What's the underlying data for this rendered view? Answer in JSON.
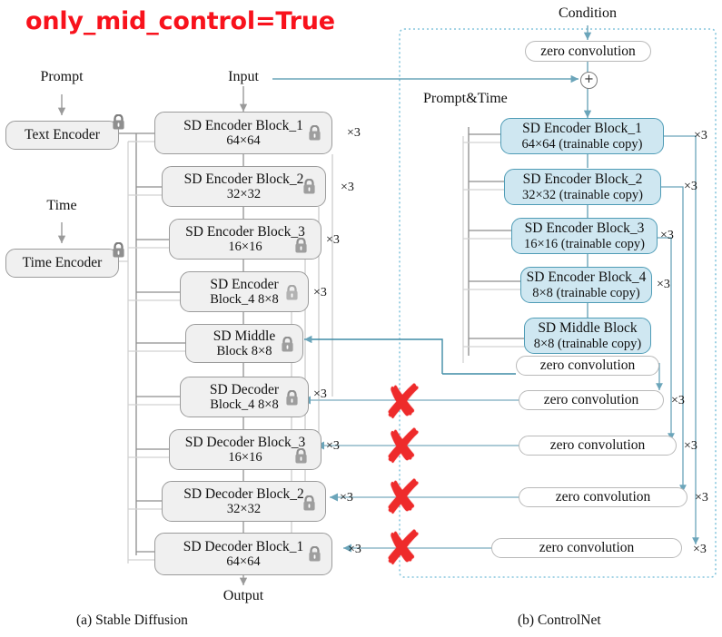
{
  "title": "only_mid_control=True",
  "colors": {
    "title_red": "#f8121c",
    "teal_line": "#6ba5ba",
    "blue_fill": "#cfe7f1",
    "blue_stroke": "#4f9cb6",
    "gray_fill": "#f0f0f0",
    "gray_stroke": "#9b9b9b",
    "xmark_red": "#ee2b2b",
    "dashed_border": "#86c6dd"
  },
  "labels": {
    "prompt": "Prompt",
    "time": "Time",
    "input": "Input",
    "output": "Output",
    "condition": "Condition",
    "prompt_time": "Prompt&Time",
    "caption_a": "(a) Stable Diffusion",
    "caption_b": "(b) ControlNet",
    "plus": "+",
    "xmark": "✘"
  },
  "sd": {
    "encoders_side": [
      {
        "line1": "Text Encoder",
        "line2": "",
        "lock": true
      },
      {
        "line1": "Time Encoder",
        "line2": "",
        "lock": true
      }
    ],
    "blocks": [
      {
        "line1": "SD Encoder Block_1",
        "line2": "64×64",
        "mult": "×3",
        "lock": true
      },
      {
        "line1": "SD Encoder Block_2",
        "line2": "32×32",
        "mult": "×3",
        "lock": true
      },
      {
        "line1": "SD Encoder Block_3",
        "line2": "16×16",
        "mult": "×3",
        "lock": true
      },
      {
        "line1": "SD Encoder",
        "line2": "Block_4 8×8",
        "mult": "×3",
        "lock": true
      },
      {
        "line1": "SD Middle",
        "line2": "Block 8×8",
        "mult": "",
        "lock": true
      },
      {
        "line1": "SD Decoder",
        "line2": "Block_4 8×8",
        "mult": "×3",
        "lock": true
      },
      {
        "line1": "SD Decoder Block_3",
        "line2": "16×16",
        "mult": "×3",
        "lock": true
      },
      {
        "line1": "SD Decoder Block_2",
        "line2": "32×32",
        "mult": "×3",
        "lock": true
      },
      {
        "line1": "SD Decoder Block_1",
        "line2": "64×64",
        "mult": "×3",
        "lock": true
      }
    ]
  },
  "controlnet": {
    "top_zero_conv": "zero convolution",
    "blocks": [
      {
        "line1": "SD Encoder Block_1",
        "line2": "64×64 (trainable copy)",
        "mult": "×3"
      },
      {
        "line1": "SD Encoder Block_2",
        "line2": "32×32 (trainable copy)",
        "mult": "×3"
      },
      {
        "line1": "SD Encoder Block_3",
        "line2": "16×16 (trainable copy)",
        "mult": "×3"
      },
      {
        "line1": "SD Encoder Block_4",
        "line2": "8×8 (trainable copy)",
        "mult": "×3"
      },
      {
        "line1": "SD Middle Block",
        "line2": "8×8 (trainable copy)",
        "mult": ""
      }
    ],
    "zero_convs": [
      {
        "label": "zero convolution",
        "mult": ""
      },
      {
        "label": "zero convolution",
        "mult": "×3"
      },
      {
        "label": "zero convolution",
        "mult": "×3"
      },
      {
        "label": "zero convolution",
        "mult": "×3"
      },
      {
        "label": "zero convolution",
        "mult": "×3"
      }
    ]
  },
  "disabled_connections": 4
}
